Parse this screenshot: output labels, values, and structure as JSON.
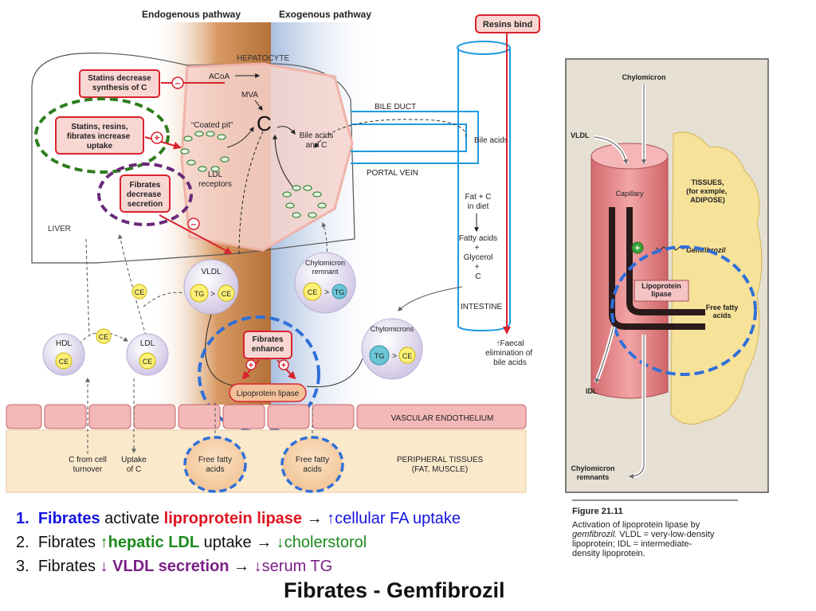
{
  "diagram": {
    "pathways": {
      "endogenous": "Endogenous pathway",
      "exogenous": "Exogenous pathway"
    },
    "labels": {
      "hepatocyte": "HEPATOCYTE",
      "liver": "LIVER",
      "acoa": "ACoA",
      "mva": "MVA",
      "c": "C",
      "coated_pit": "“Coated pit”",
      "ldl_receptors_1": "LDL",
      "ldl_receptors_2": "receptors",
      "bile_acids_c_1": "Bile acids",
      "bile_acids_c_2": "and C",
      "bile_duct": "BILE DUCT",
      "bile_acids": "Bile acids",
      "portal_vein": "PORTAL VEIN",
      "fat_diet_1": "Fat + C",
      "fat_diet_2": "in diet",
      "fatty_1": "Fatty acids",
      "fatty_2": "+",
      "fatty_3": "Glycerol",
      "fatty_4": "+",
      "fatty_5": "C",
      "intestine": "INTESTINE",
      "faecal_1": "↑Faecal",
      "faecal_2": "elimination of",
      "faecal_3": "bile acids",
      "vascular": "VASCULAR ENDOTHELIUM",
      "peripheral_1": "PERIPHERAL TISSUES",
      "peripheral_2": "(FAT, MUSCLE)",
      "c_turnover_1": "C from cell",
      "c_turnover_2": "turnover",
      "uptake_c_1": "Uptake",
      "uptake_c_2": "of C",
      "ffa_1": "Free fatty",
      "ffa_2": "acids"
    },
    "boxes": {
      "resins_bind": "Resins bind",
      "statins_1": "Statins decrease",
      "statins_2": "synthesis of C",
      "srf_1": "Statins, resins,",
      "srf_2": "fibrates increase",
      "srf_3": "uptake",
      "fds_1": "Fibrates",
      "fds_2": "decrease",
      "fds_3": "secretion",
      "fe_1": "Fibrates",
      "fe_2": "enhance",
      "lpl": "Lipoprotein lipase"
    },
    "particles": {
      "vldl": "VLDL",
      "tg": "TG",
      "gt": ">",
      "ce": "CE",
      "chylo_rem_1": "Chylomicron",
      "chylo_rem_2": "remnant",
      "chylomicrons": "Chylomicrons",
      "hdl": "HDL",
      "ldl": "LDL"
    },
    "signs": {
      "minus": "–",
      "plus": "+"
    }
  },
  "figure": {
    "chylomicron": "Chylomicron",
    "vldl": "VLDL",
    "capillary": "Capillary",
    "tissues_1": "TISSUES,",
    "tissues_2": "(for exmple,",
    "tissues_3": "ADIPOSE)",
    "gemfibrozil": "Gemfibrozil",
    "lpl_1": "Lipoprotein",
    "lpl_2": "lipase",
    "ffa_1": "Free fatty",
    "ffa_2": "acids",
    "idl": "IDL",
    "chylo_rem_1": "Chylomicron",
    "chylo_rem_2": "remnants",
    "caption_title": "Figure 21.11",
    "caption_1": "Activation of lipoprotein lipase by",
    "caption_2a": "gemfibrozil.",
    "caption_2b": " VLDL = very-low-density",
    "caption_3": "lipoprotein; IDL = intermediate-",
    "caption_4": "density lipoprotein."
  },
  "points": [
    {
      "num": "1.",
      "a": "Fibrates",
      "b": " activate ",
      "c": "liproprotein lipase",
      "d": " → ",
      "e": "↑cellular FA uptake"
    },
    {
      "num": "2.",
      "a": "Fibrates ",
      "b": "↑hepatic LDL",
      "c": " uptake → ",
      "d": "↓cholerstorol"
    },
    {
      "num": "3.",
      "a": "Fibrates ",
      "b": "↓ VLDL secretion",
      "c": " → ",
      "d": "↓serum TG"
    }
  ],
  "title": "Fibrates - Gemfibrozil",
  "colors": {
    "endogenous_bg": "#c98a55",
    "exogenous_bg": "#b9cbe3",
    "hepatocyte": "#f6d3cc",
    "red": "#d9232e",
    "green": "#2e7d1f",
    "purple": "#6a2a78",
    "blue_dash": "#2f6fd8",
    "vessel_blue": "#1e9be0",
    "endothelium": "#f3b8b8",
    "peripheral": "#fbe9cc",
    "particle": "#ddd6ec",
    "ce_yellow": "#fff176",
    "tg_teal": "#6cc6d6",
    "fig_bg": "#e6dfd3",
    "capillary": "#e9888a",
    "adipose": "#f7e29a",
    "point_blue": "#1414e0",
    "point_red": "#e0141f",
    "point_green": "#1c8a1c",
    "point_purple": "#7a1f86"
  },
  "icons": [
    "minus-sign-icon",
    "plus-sign-icon",
    "receptor-icon",
    "arrow-icon"
  ]
}
